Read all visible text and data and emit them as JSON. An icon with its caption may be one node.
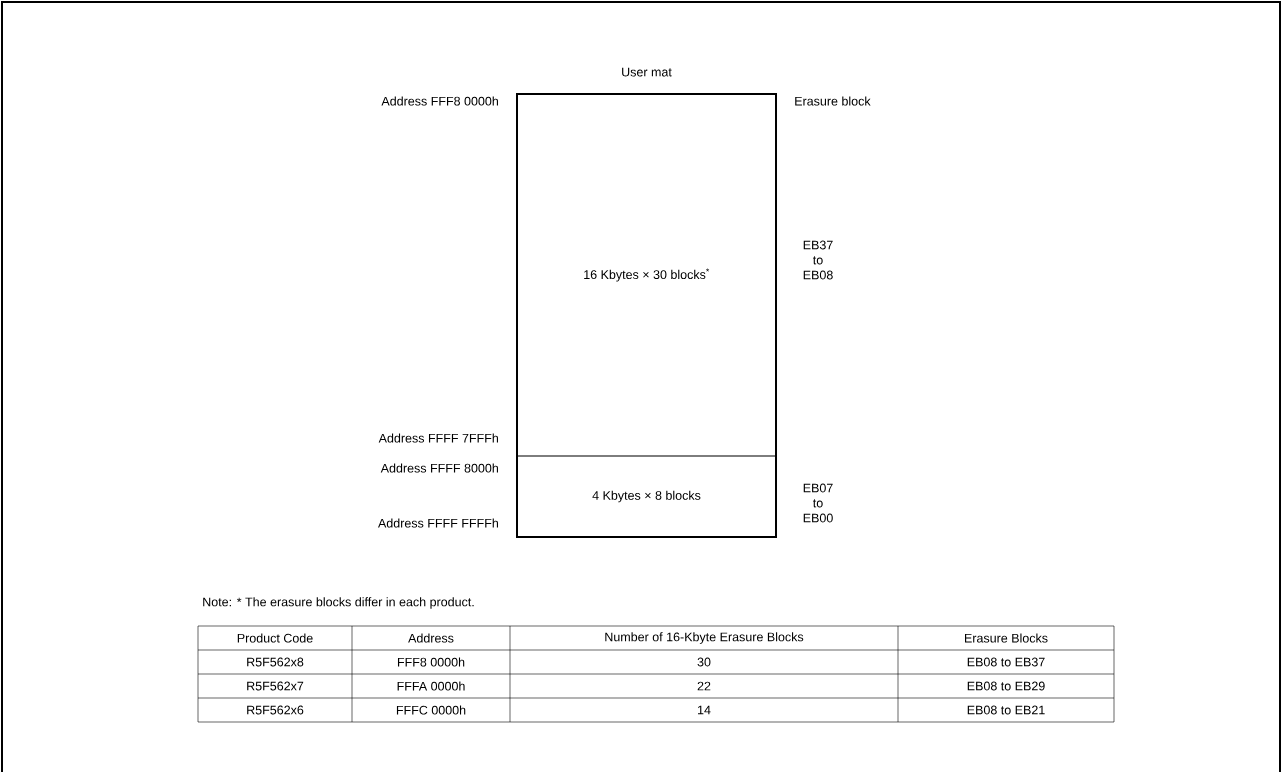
{
  "diagram": {
    "nodes": [
      {
        "text": [
          "User mat"
        ]
      },
      {
        "text": [
          "16 Kbytes × 30 blocks$^{*}$"
        ],
        "in": 0
      },
      {
        "text": [
          "4 Kbytes × 8 blocks"
        ],
        "in": 0
      }
    ],
    "labels": [
      "Address FFF8 0000h",
      "Erasure block",
      "EB37 to EB08",
      "Address FFFF 7FFFh",
      "Address FFFF 8000h",
      "EB07 to EB00",
      "Address FFFF FFFFh",
      "Note: * The erasure blocks differ in each product.",
      "Product Code",
      "Address",
      "Number of 16-Kbyte Erasure Blocks",
      "Erasure Blocks",
      "R5F562x8",
      "FFF8 0000h",
      "30",
      "EB08 to EB37",
      "R5F562x7",
      "FFFA 0000h",
      "22",
      "EB08 to EB29",
      "R5F562x6",
      "FFFC 0000h",
      "14",
      "EB08 to EB21"
    ]
  }
}
